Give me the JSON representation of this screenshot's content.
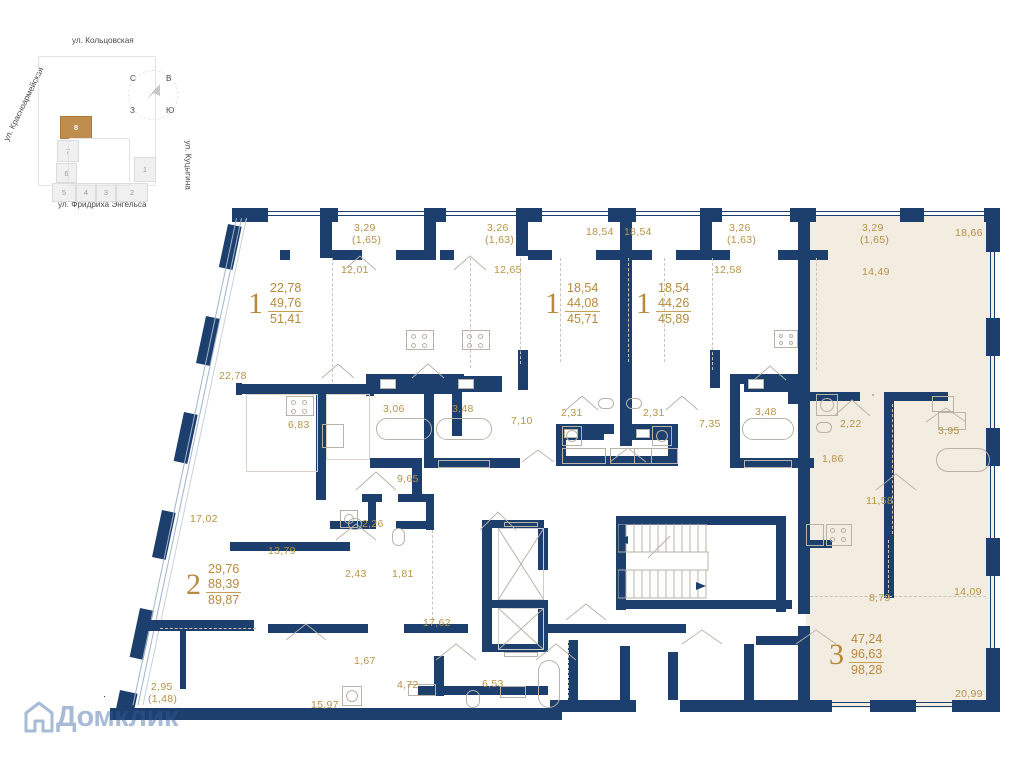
{
  "minimap": {
    "streets": {
      "top": "ул. Кольцовская",
      "left": "ул. Красноармейская",
      "right": "ул. Куцыгина",
      "bottom": "ул. Фридриха Энгельса"
    },
    "blocks": [
      {
        "id": "8",
        "highlighted": true
      },
      {
        "id": "7",
        "highlighted": false
      },
      {
        "id": "6",
        "highlighted": false
      },
      {
        "id": "5",
        "highlighted": false
      },
      {
        "id": "4",
        "highlighted": false
      },
      {
        "id": "3",
        "highlighted": false
      },
      {
        "id": "2",
        "highlighted": false
      },
      {
        "id": "1",
        "highlighted": false
      }
    ],
    "compass": {
      "n": "С",
      "s": "Ю",
      "e": "В",
      "w": "З"
    }
  },
  "watermark": {
    "text": "Домклик"
  },
  "colors": {
    "wall": "#1d3f6e",
    "dimension_text": "#b99246",
    "apartment_label": "#b8893c",
    "highlight_fill": "#f2ece1",
    "minimap_highlight": "#bf8e4e"
  },
  "apartments": [
    {
      "id": "apt-1-topleft",
      "rooms": "1",
      "living": "22,78",
      "area": "49,76",
      "total": "51,41"
    },
    {
      "id": "apt-1-centerleft",
      "rooms": "1",
      "living": "18,54",
      "area": "44,08",
      "total": "45,71"
    },
    {
      "id": "apt-1-centerright",
      "rooms": "1",
      "living": "18,54",
      "area": "44,26",
      "total": "45,89"
    },
    {
      "id": "apt-2-bottomleft",
      "rooms": "2",
      "living": "29,76",
      "area": "88,39",
      "total": "89,87"
    },
    {
      "id": "apt-3-right",
      "rooms": "3",
      "living": "47,24",
      "area": "96,63",
      "total": "98,28"
    }
  ],
  "dimensions": {
    "balconies": [
      {
        "key": "bal-a",
        "main": "3,29",
        "sub": "(1,65)"
      },
      {
        "key": "bal-b",
        "main": "3,26",
        "sub": "(1,63)"
      },
      {
        "key": "bal-c",
        "main": "3,26",
        "sub": "(1,63)"
      },
      {
        "key": "bal-d",
        "main": "3,29",
        "sub": "(1,65)"
      },
      {
        "key": "bal-e",
        "main": "2,95",
        "sub": "(1,48)"
      }
    ],
    "rooms": [
      {
        "key": "d-22-78",
        "value": "22,78"
      },
      {
        "key": "d-6-83",
        "value": "6,83"
      },
      {
        "key": "d-17-02",
        "value": "17,02"
      },
      {
        "key": "d-13-79",
        "value": "13,79"
      },
      {
        "key": "d-12-01",
        "value": "12,01"
      },
      {
        "key": "d-12-65",
        "value": "12,65"
      },
      {
        "key": "d-12-58",
        "value": "12,58"
      },
      {
        "key": "d-14-49",
        "value": "14,49"
      },
      {
        "key": "d-18-66",
        "value": "18,66"
      },
      {
        "key": "d-18-54-a",
        "value": "18,54"
      },
      {
        "key": "d-18-54-b",
        "value": "18,54"
      },
      {
        "key": "d-3-06",
        "value": "3,06"
      },
      {
        "key": "d-3-48-a",
        "value": "3,48"
      },
      {
        "key": "d-7-10",
        "value": "7,10"
      },
      {
        "key": "d-2-31-a",
        "value": "2,31"
      },
      {
        "key": "d-2-31-b",
        "value": "2,31"
      },
      {
        "key": "d-7-35",
        "value": "7,35"
      },
      {
        "key": "d-3-48-b",
        "value": "3,48"
      },
      {
        "key": "d-2-22",
        "value": "2,22"
      },
      {
        "key": "d-3-95",
        "value": "3,95"
      },
      {
        "key": "d-1-86",
        "value": "1,86"
      },
      {
        "key": "d-11-58",
        "value": "11,58"
      },
      {
        "key": "d-9-65",
        "value": "9,65"
      },
      {
        "key": "d-2-26",
        "value": "2,26"
      },
      {
        "key": "d-2-43",
        "value": "2,43"
      },
      {
        "key": "d-1-81",
        "value": "1,81"
      },
      {
        "key": "d-17-62",
        "value": "17,62"
      },
      {
        "key": "d-1-67",
        "value": "1,67"
      },
      {
        "key": "d-4-72",
        "value": "4,72"
      },
      {
        "key": "d-6-53",
        "value": "6,53"
      },
      {
        "key": "d-15-97",
        "value": "15,97"
      },
      {
        "key": "d-8-79",
        "value": "8,79"
      },
      {
        "key": "d-14-09",
        "value": "14,09"
      },
      {
        "key": "d-20-99",
        "value": "20,99"
      }
    ]
  }
}
